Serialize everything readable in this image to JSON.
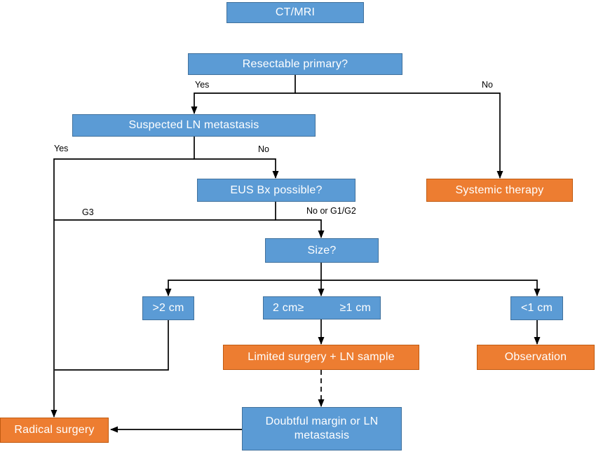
{
  "colors": {
    "background": "#FFFFFF",
    "box-blue": "#5B9BD5",
    "box-blue-border": "#41719C",
    "box-orange": "#ED7D31",
    "box-orange-border": "#C05B11",
    "box-text": "#FFFFFF",
    "line": "#000000",
    "label-text": "#000000"
  },
  "nodes": {
    "ct_mri": {
      "label": "CT/MRI"
    },
    "resectable": {
      "label": "Resectable primary?"
    },
    "suspected": {
      "label": "Suspected LN metastasis"
    },
    "systemic": {
      "label": "Systemic therapy"
    },
    "eus": {
      "label": "EUS Bx possible?"
    },
    "size": {
      "label": "Size?"
    },
    "gt2": {
      "label": ">2 cm"
    },
    "mid": {
      "label_left": "2 cm≥",
      "label_right": "≥1 cm"
    },
    "lt1": {
      "label": "<1 cm"
    },
    "limited": {
      "label": "Limited surgery + LN sample"
    },
    "observation": {
      "label": "Observation"
    },
    "doubtful": {
      "label": "Doubtful margin or LN metastasis"
    },
    "radical": {
      "label": "Radical surgery"
    }
  },
  "edge_labels": {
    "resectable_yes": "Yes",
    "resectable_no": "No",
    "suspected_yes": "Yes",
    "suspected_no": "No",
    "eus_g3": "G3",
    "eus_no_g1g2": "No or G1/G2"
  }
}
